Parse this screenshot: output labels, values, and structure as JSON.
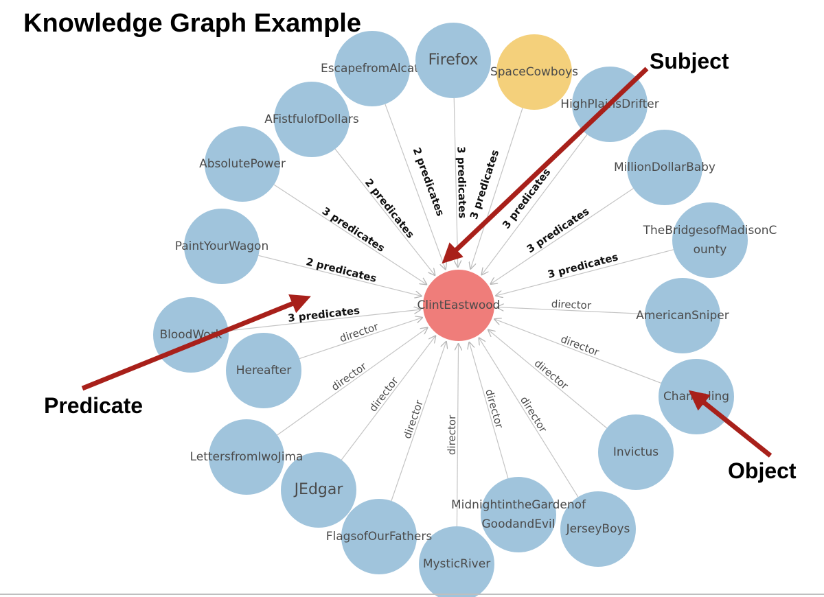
{
  "title": "Knowledge Graph Example",
  "callouts": {
    "subject": "Subject",
    "predicate": "Predicate",
    "object": "Object"
  },
  "colors": {
    "center_node": "#ef7d7a",
    "highlight_node": "#f4d07b",
    "node": "#a0c4dc",
    "edge": "#c4c4c4",
    "arrow": "#a8201a"
  },
  "center": {
    "label": "ClintEastwood"
  },
  "nodes": [
    {
      "id": "escape",
      "label": [
        "EscapefromAlcatr"
      ],
      "edge": "2 predicates",
      "bold": true
    },
    {
      "id": "firefox",
      "label": [
        "Firefox"
      ],
      "edge": "3 predicates",
      "bold": true,
      "big": true
    },
    {
      "id": "space",
      "label": [
        "SpaceCowboys"
      ],
      "edge": "3 predicates",
      "bold": true,
      "highlight": true
    },
    {
      "id": "highplains",
      "label": [
        "HighPlainsDrifter"
      ],
      "edge": "3 predicates",
      "bold": true
    },
    {
      "id": "million",
      "label": [
        "MillionDollarBaby"
      ],
      "edge": "3 predicates",
      "bold": true
    },
    {
      "id": "bridges",
      "label": [
        "TheBridgesofMadisonC",
        "ounty"
      ],
      "edge": "3 predicates",
      "bold": true
    },
    {
      "id": "american",
      "label": [
        "AmericanSniper"
      ],
      "edge": "director",
      "bold": false
    },
    {
      "id": "changeling",
      "label": [
        "Changeling"
      ],
      "edge": "director",
      "bold": false
    },
    {
      "id": "invictus",
      "label": [
        "Invictus"
      ],
      "edge": "director",
      "bold": false
    },
    {
      "id": "jersey",
      "label": [
        "JerseyBoys"
      ],
      "edge": "director",
      "bold": false
    },
    {
      "id": "midnight",
      "label": [
        "MidnightintheGardenof",
        "GoodandEvil"
      ],
      "edge": "director",
      "bold": false
    },
    {
      "id": "mystic",
      "label": [
        "MysticRiver"
      ],
      "edge": "director",
      "bold": false
    },
    {
      "id": "flags",
      "label": [
        "FlagsofOurFathers"
      ],
      "edge": "director",
      "bold": false
    },
    {
      "id": "jedgar",
      "label": [
        "JEdgar"
      ],
      "edge": "director",
      "bold": false,
      "big": true
    },
    {
      "id": "letters",
      "label": [
        "LettersfromIwoJima"
      ],
      "edge": "director",
      "bold": false
    },
    {
      "id": "hereafter",
      "label": [
        "Hereafter"
      ],
      "edge": "director",
      "bold": false
    },
    {
      "id": "bloodwork",
      "label": [
        "BloodWork"
      ],
      "edge": "3 predicates",
      "bold": true
    },
    {
      "id": "paint",
      "label": [
        "PaintYourWagon"
      ],
      "edge": "2 predicates",
      "bold": true
    },
    {
      "id": "absolute",
      "label": [
        "AbsolutePower"
      ],
      "edge": "3 predicates",
      "bold": true
    },
    {
      "id": "fistful",
      "label": [
        "AFistfulofDollars"
      ],
      "edge": "2 predicates",
      "bold": true
    }
  ]
}
